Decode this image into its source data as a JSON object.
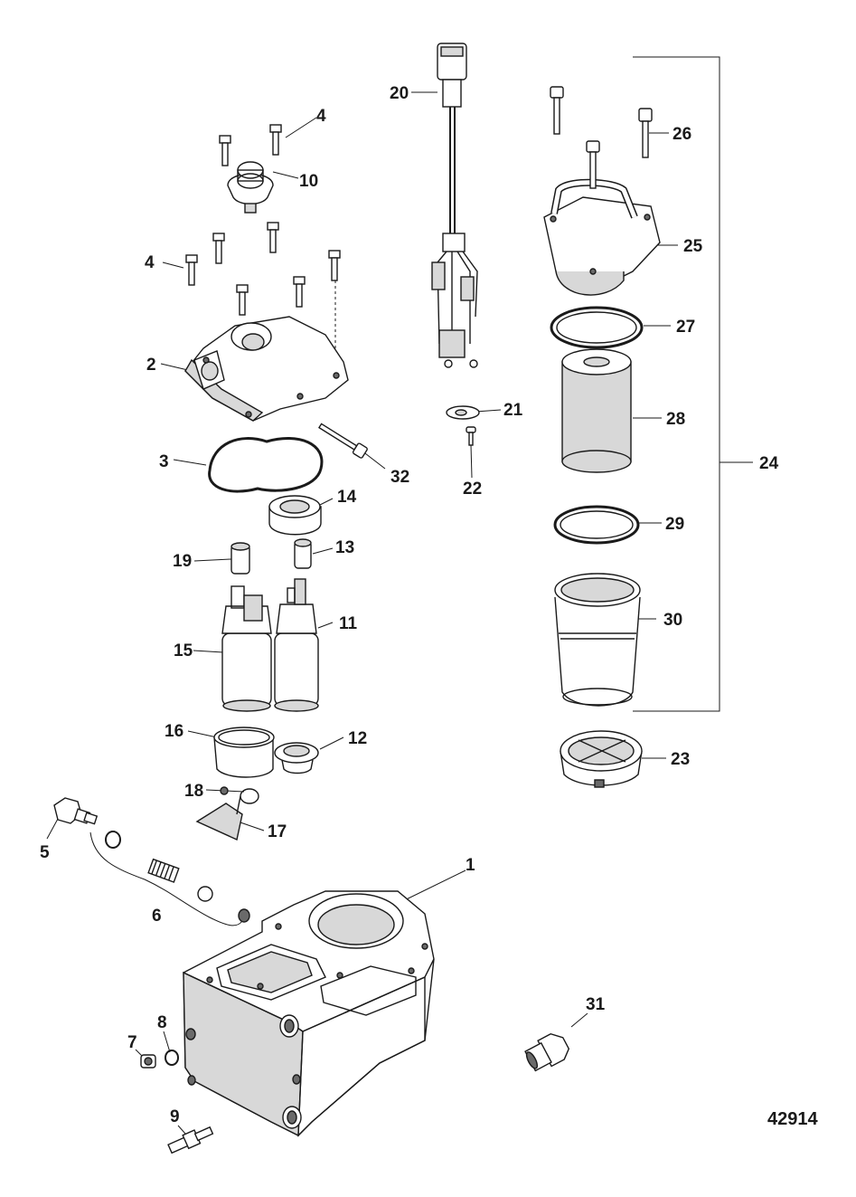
{
  "diagram": {
    "drawing_number": "42914",
    "callouts": [
      "1",
      "2",
      "3",
      "4",
      "4",
      "5",
      "6",
      "7",
      "8",
      "9",
      "10",
      "11",
      "12",
      "13",
      "14",
      "15",
      "16",
      "17",
      "18",
      "19",
      "20",
      "21",
      "22",
      "23",
      "24",
      "25",
      "26",
      "27",
      "28",
      "29",
      "30",
      "31",
      "32"
    ]
  }
}
